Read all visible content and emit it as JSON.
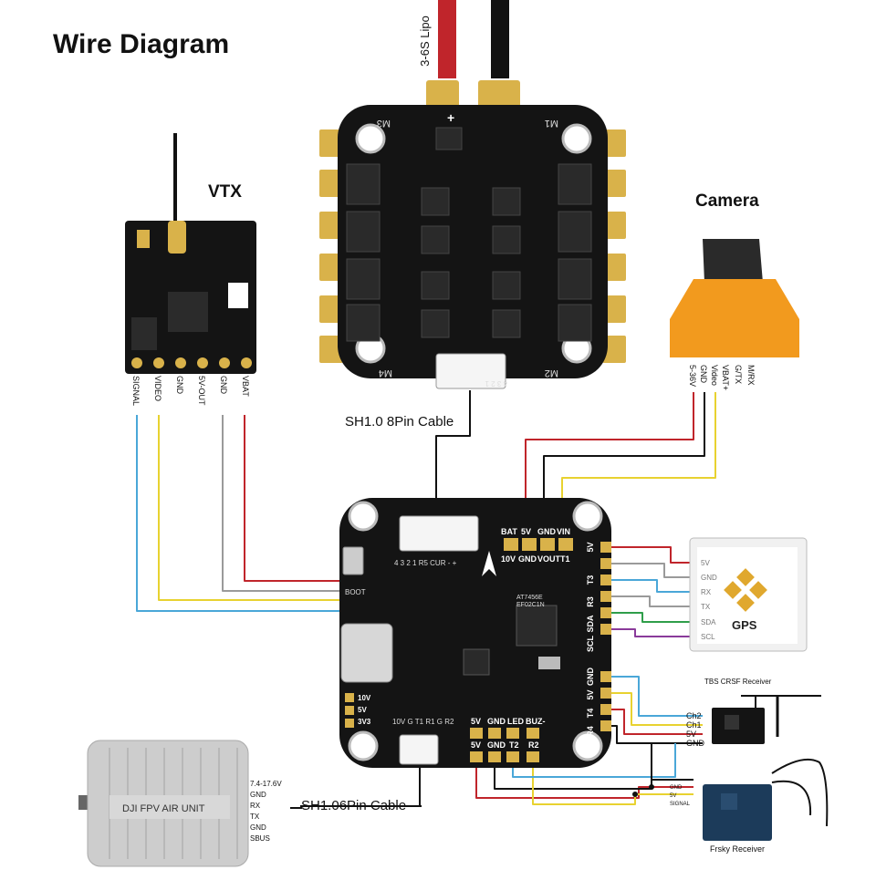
{
  "title": "Wire Diagram",
  "battery": {
    "label": "3-6S Lipo"
  },
  "esc": {
    "plus": "+",
    "motors": [
      "M3",
      "M1",
      "M4",
      "M2"
    ],
    "connector_numbers": "4 3 2 1"
  },
  "vtx": {
    "title": "VTX",
    "pins": [
      "SIGNAL",
      "VIDEO",
      "GND",
      "5V-OUT",
      "GND",
      "VBAT"
    ]
  },
  "camera": {
    "title": "Camera",
    "pins": [
      "5-36V",
      "GND",
      "Video",
      "VBAT+",
      "G/TX",
      "M/RX"
    ]
  },
  "esc_cable": {
    "label": "SH1.0 8Pin Cable"
  },
  "fc": {
    "top_pads_upper": [
      "BAT",
      "5V",
      "GND",
      "VIN"
    ],
    "top_pads_lower": [
      "10V",
      "GND",
      "VOUT",
      "T1"
    ],
    "right_pads": [
      "5V",
      "T3",
      "R3",
      "SDA",
      "SCL",
      "GND",
      "5V",
      "T4",
      "R4"
    ],
    "bottom_pads_upper": [
      "5V",
      "GND",
      "LED",
      "BUZ-"
    ],
    "bottom_pads_lower": [
      "5V",
      "GND",
      "T2",
      "R2"
    ],
    "left_pads": [
      "10V",
      "5V",
      "3V3"
    ],
    "labels": {
      "boot": "BOOT",
      "connector_top": "4 3 2 1 R5 CUR - +",
      "connector_bottom": "10V G T1 R1 G R2",
      "chip_line1": "AT7456E",
      "chip_line2": "EF02C1N"
    }
  },
  "gps": {
    "title": "GPS",
    "pins": [
      "5V",
      "GND",
      "RX",
      "TX",
      "SDA",
      "SCL"
    ]
  },
  "tbs": {
    "title": "TBS CRSF Receiver",
    "pins": [
      "Ch2",
      "Ch1",
      "5V",
      "GND"
    ]
  },
  "frsky": {
    "title": "Frsky Receiver",
    "pins": [
      "GND",
      "5V",
      "SIGNAL"
    ]
  },
  "dji": {
    "title": "DJI FPV AIR UNIT",
    "pins": [
      "7.4-17.6V",
      "GND",
      "RX",
      "TX",
      "GND",
      "SBUS"
    ]
  },
  "dji_cable": {
    "label": "SH1.06Pin Cable"
  },
  "colors": {
    "red": "#c0252b",
    "black": "#111111",
    "yellow": "#e8d230",
    "blue": "#4aa7d8",
    "gray": "#9a9a9a",
    "green": "#2f9e4a",
    "purple": "#8a3a9a",
    "pcb": "#141414",
    "gold": "#d9b24a",
    "orange": "#f29a1e"
  }
}
